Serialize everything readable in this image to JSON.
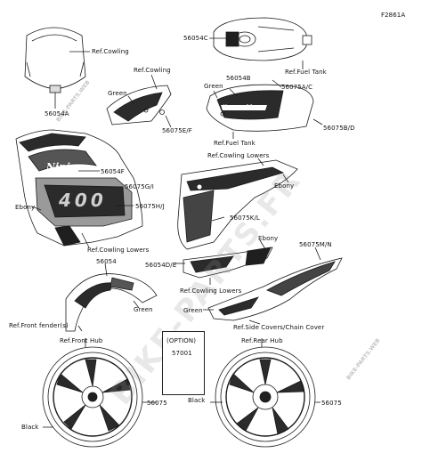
{
  "diagram_code": "F2861A",
  "labels": {
    "ref_cowling_top": "Ref.Cowling",
    "p56054A": "56054A",
    "p56054C": "56054C",
    "ref_fuel_tank_right": "Ref.Fuel Tank",
    "ref_cowling_mid": "Ref.Cowling",
    "p56054B": "56054B",
    "green_1": "Green",
    "green_2": "Green",
    "p56075AC": "56075A/C",
    "p56075EF": "56075E/F",
    "ref_fuel_tank_left": "Ref.Fuel Tank",
    "p56075BD": "56075B/D",
    "ref_cowling_lowers_1": "Ref.Cowling Lowers",
    "p56054F": "56054F",
    "p56075GI": "56075G/I",
    "ebony_1": "Ebony",
    "p56075HJ": "56075H/J",
    "p56075KL": "56075K/L",
    "ebony_2": "Ebony",
    "ref_cowling_lowers_2": "Ref.Cowling Lowers",
    "ebony_3": "Ebony",
    "p56054": "56054",
    "p56054DE": "56054D/E",
    "p56075MN": "56075M/N",
    "green_3": "Green",
    "ref_cowling_lowers_3": "Ref.Cowling Lowers",
    "green_4": "Green",
    "ref_front_fender": "Ref.Front fender(s)",
    "ref_side_covers": "Ref.Side Covers/Chain Cover",
    "option": "(OPTION)",
    "p57001": "57001",
    "ref_front_hub": "Ref.Front Hub",
    "ref_rear_hub": "Ref.Rear Hub",
    "p56075_front": "56075",
    "p56075_rear": "56075",
    "black_1": "Black",
    "black_2": "Black"
  },
  "decal_text": {
    "tank_brand": "Kawasaki",
    "cowl_script": "Ninja",
    "cowl_model": "400"
  },
  "watermarks": {
    "main": "BIKE-PARTS.FR",
    "secondary": "BIKE-PARTS.WEB"
  },
  "colors": {
    "line": "#1a1a1a",
    "dark_fill": "#3a3a3a",
    "mid_fill": "#8a8a8a"
  }
}
